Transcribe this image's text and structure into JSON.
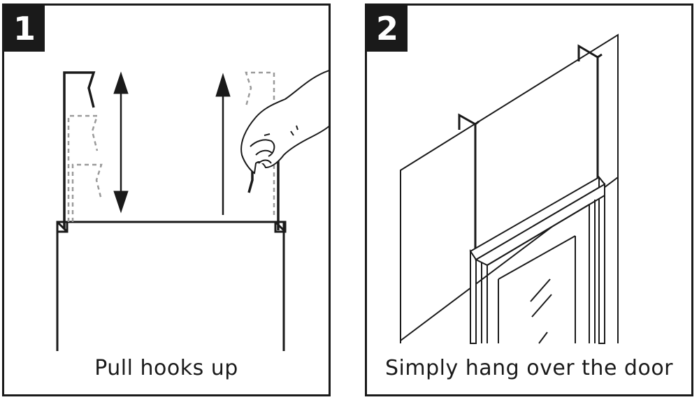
{
  "steps": [
    {
      "number": "1",
      "caption": "Pull hooks up"
    },
    {
      "number": "2",
      "caption": "Simply hang over the door"
    }
  ]
}
